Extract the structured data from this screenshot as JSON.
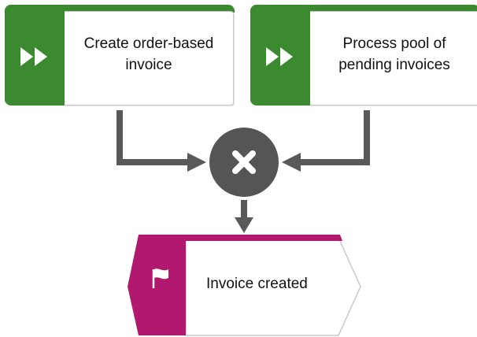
{
  "functions": [
    {
      "label_line1": "Create order-based",
      "label_line2": "invoice",
      "icon": "play-forward-icon"
    },
    {
      "label_line1": "Process pool of",
      "label_line2": "pending invoices",
      "icon": "play-forward-icon"
    }
  ],
  "gateway": {
    "type": "XOR",
    "icon": "close-icon"
  },
  "event": {
    "label": "Invoice created",
    "icon": "flag-icon"
  },
  "colors": {
    "function": "#3b8a2f",
    "event": "#b0196e",
    "gateway": "#555555",
    "connector": "#555555"
  }
}
